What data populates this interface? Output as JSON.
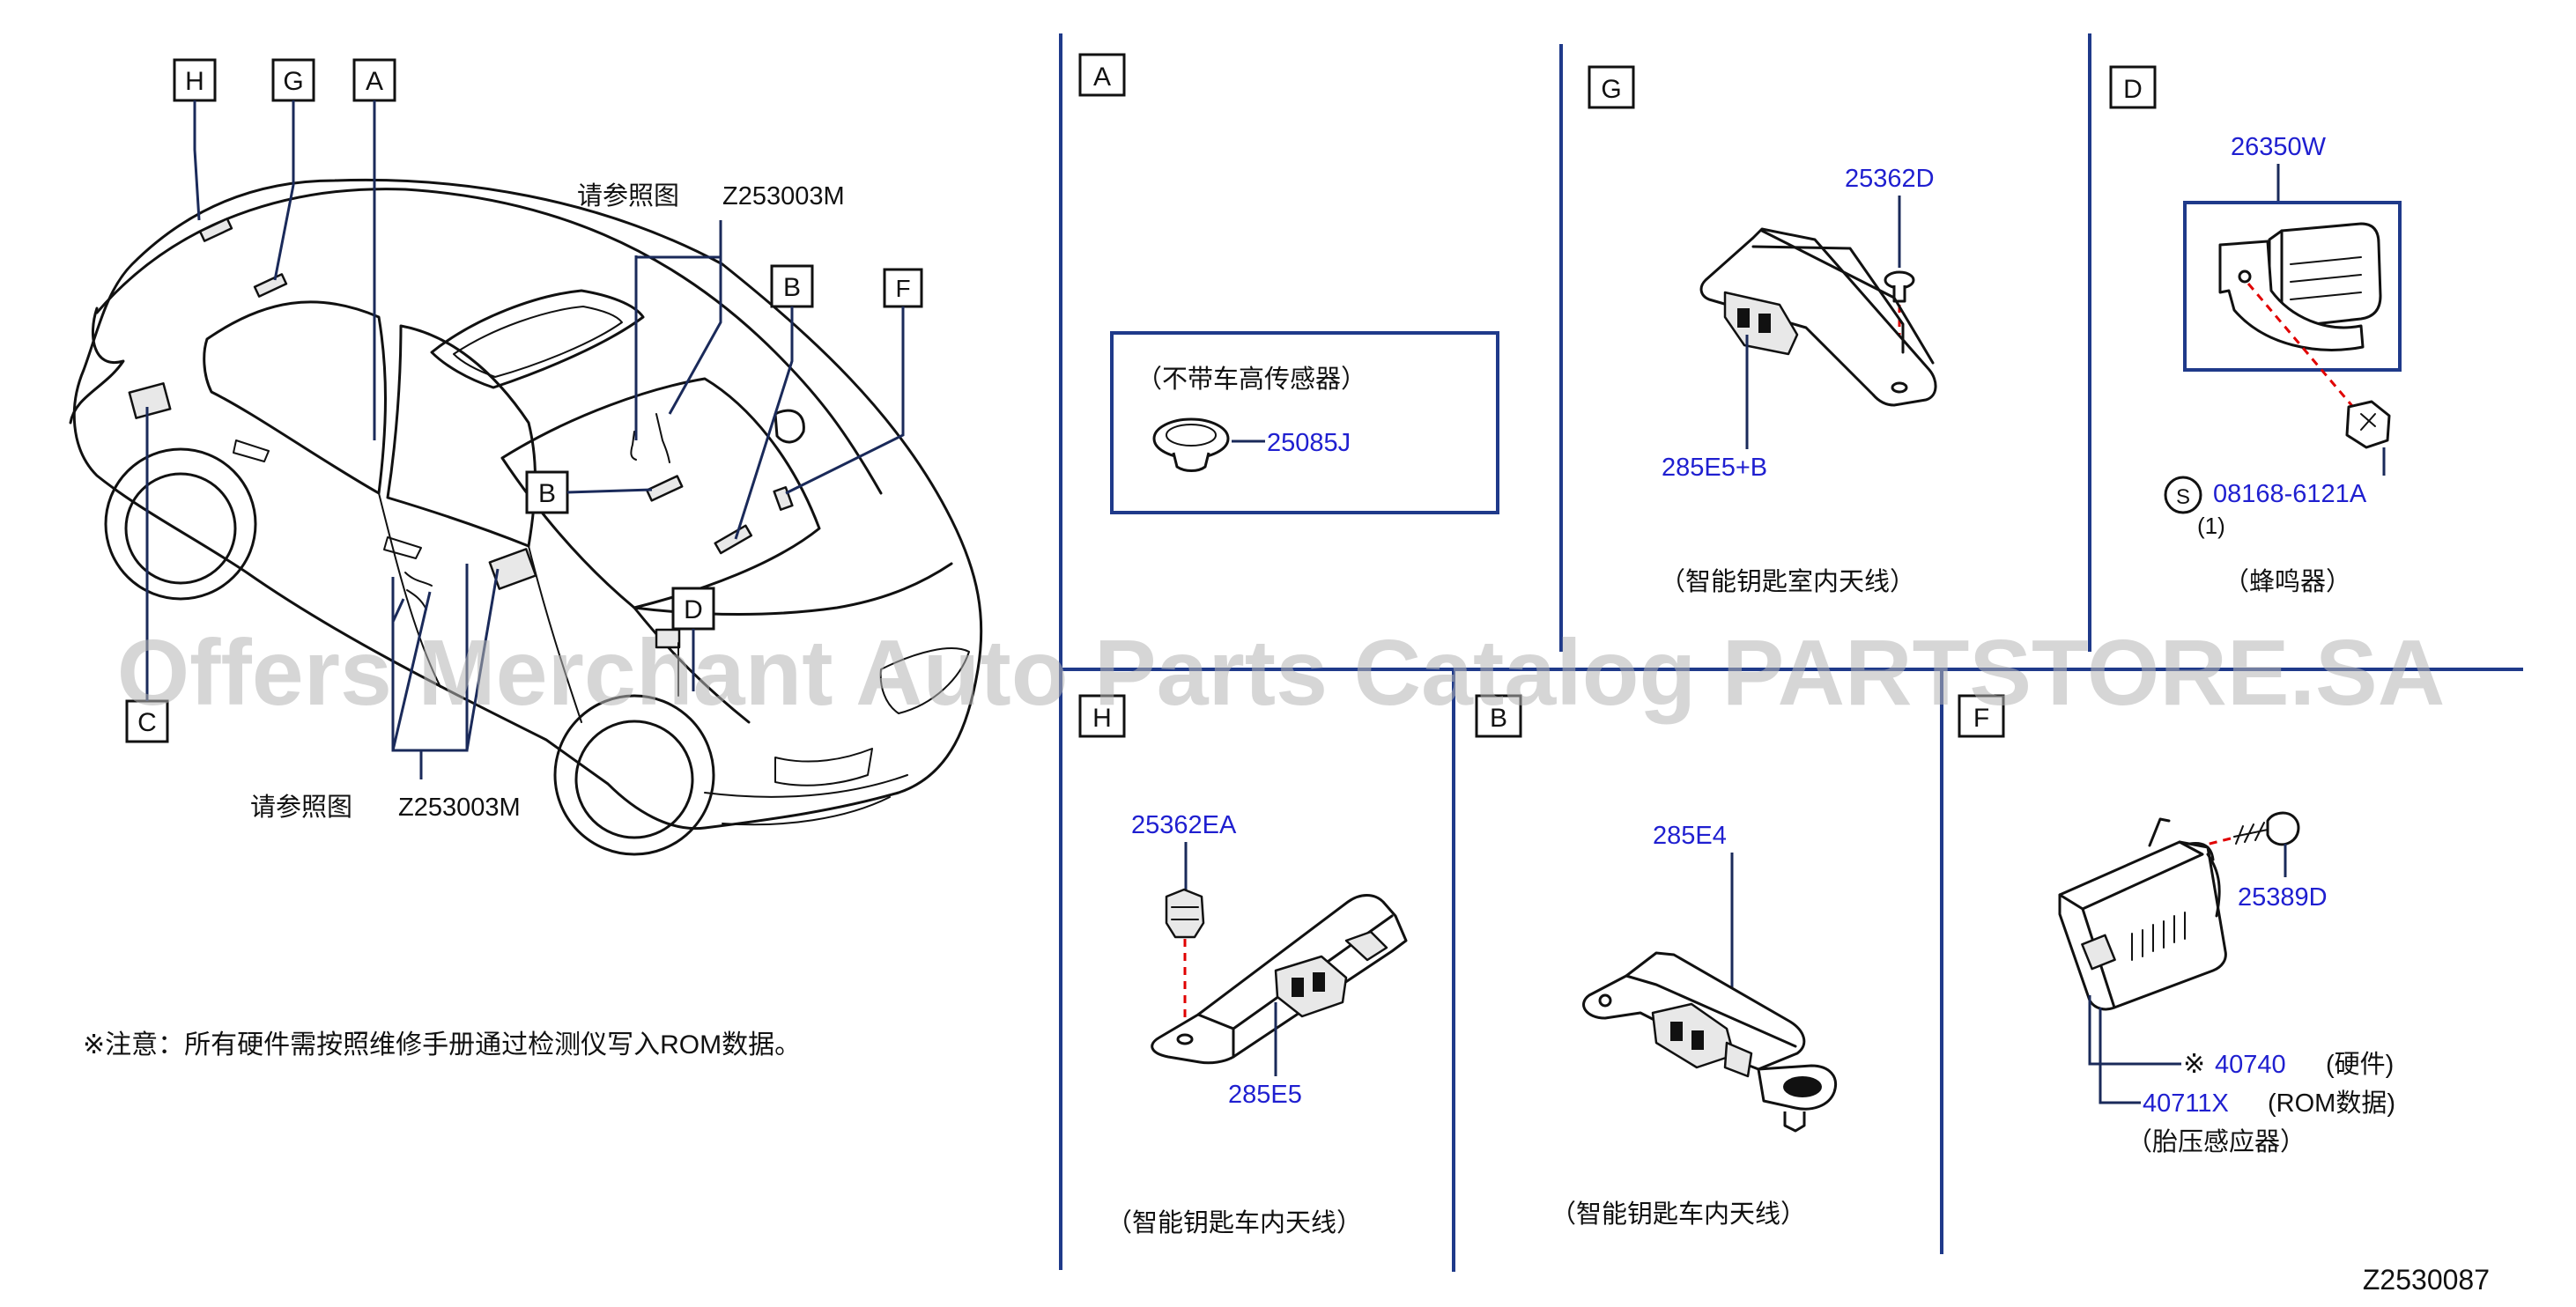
{
  "diagram": {
    "catalog_code": "Z2530087",
    "watermark": "Offers Merchant Auto Parts Catalog PARTSTORE.SA",
    "refer_label": "请参照图",
    "refer_code": "Z253003M",
    "note": "※注意：所有硬件需按照维修手册通过检测仪写入ROM数据。",
    "colors": {
      "part_number": "#1f1fd0",
      "divider": "#1f3a8a",
      "dash": "#e00000",
      "watermark": "#b4b4b4"
    },
    "car_callouts": [
      "H",
      "G",
      "A",
      "B",
      "F",
      "D",
      "C"
    ],
    "panels": {
      "A": {
        "letter": "A",
        "box_caption": "（不带车高传感器）",
        "part": "25085J"
      },
      "G": {
        "letter": "G",
        "parts": [
          "25362D",
          "285E5+B"
        ],
        "caption": "（智能钥匙室内天线）"
      },
      "D": {
        "letter": "D",
        "parts": [
          "26350W",
          "08168-6121A"
        ],
        "symbol": "S",
        "qty": "(1)",
        "caption": "（蜂鸣器）"
      },
      "H": {
        "letter": "H",
        "parts": [
          "25362EA",
          "285E5"
        ],
        "caption": "（智能钥匙车内天线）"
      },
      "B": {
        "letter": "B",
        "parts": [
          "285E4"
        ],
        "caption": "（智能钥匙车内天线）"
      },
      "F": {
        "letter": "F",
        "parts": [
          "25389D",
          "40740",
          "40711X"
        ],
        "mark": "※",
        "notes": [
          "(硬件)",
          "(ROM数据)"
        ],
        "caption": "（胎压感应器）"
      }
    }
  }
}
